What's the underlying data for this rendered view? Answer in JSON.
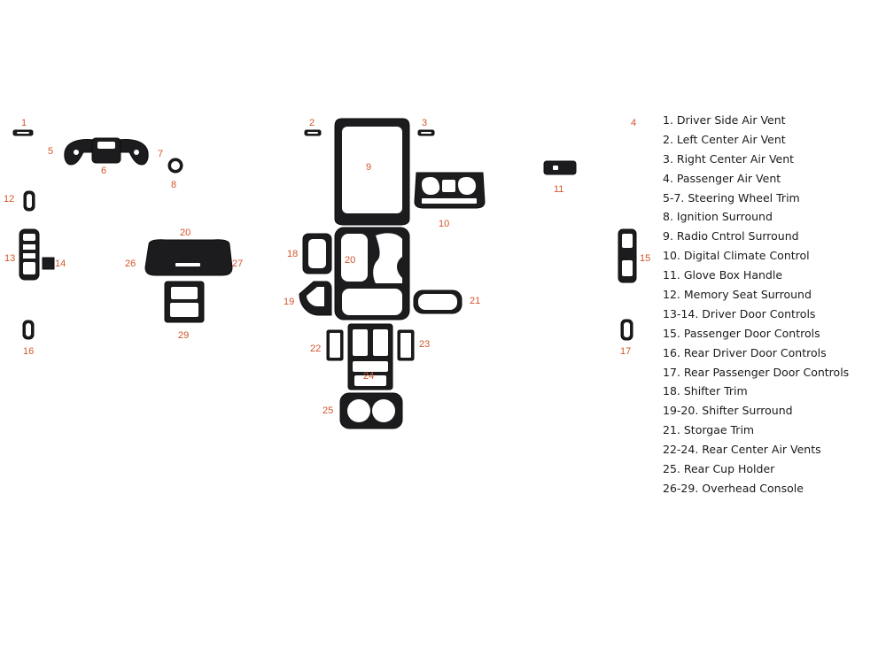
{
  "colors": {
    "part": "#1c1c1e",
    "part_stroke": "#0d0d0d",
    "cutout": "#ffffff",
    "callout": "#d2552a",
    "text": "#1a1a1a",
    "background": "#ffffff"
  },
  "callouts": {
    "n1": "1",
    "n2": "2",
    "n3": "3",
    "n4": "4",
    "n5": "5",
    "n6": "6",
    "n7": "7",
    "n8": "8",
    "n9": "9",
    "n10": "10",
    "n11": "11",
    "n12": "12",
    "n13": "13",
    "n14": "14",
    "n15": "15",
    "n16": "16",
    "n17": "17",
    "n18": "18",
    "n19": "19",
    "n20a": "20",
    "n20b": "20",
    "n21": "21",
    "n22": "22",
    "n23": "23",
    "n24": "24",
    "n25": "25",
    "n26": "26",
    "n27": "27",
    "n29": "29"
  },
  "legend": [
    "1. Driver Side Air Vent",
    "2. Left Center Air Vent",
    "3. Right Center Air Vent",
    "4. Passenger Air Vent",
    "5-7. Steering Wheel Trim",
    "8. Ignition Surround",
    "9. Radio Cntrol Surround",
    "10. Digital Climate Control",
    "11. Glove Box Handle",
    "12. Memory Seat Surround",
    "13-14. Driver Door Controls",
    "15. Passenger Door Controls",
    "16. Rear Driver Door Controls",
    "17. Rear Passenger Door Controls",
    "18. Shifter Trim",
    "19-20. Shifter Surround",
    "21. Storgae Trim",
    "22-24. Rear Center Air Vents",
    "25. Rear Cup Holder",
    "26-29. Overhead Console"
  ]
}
